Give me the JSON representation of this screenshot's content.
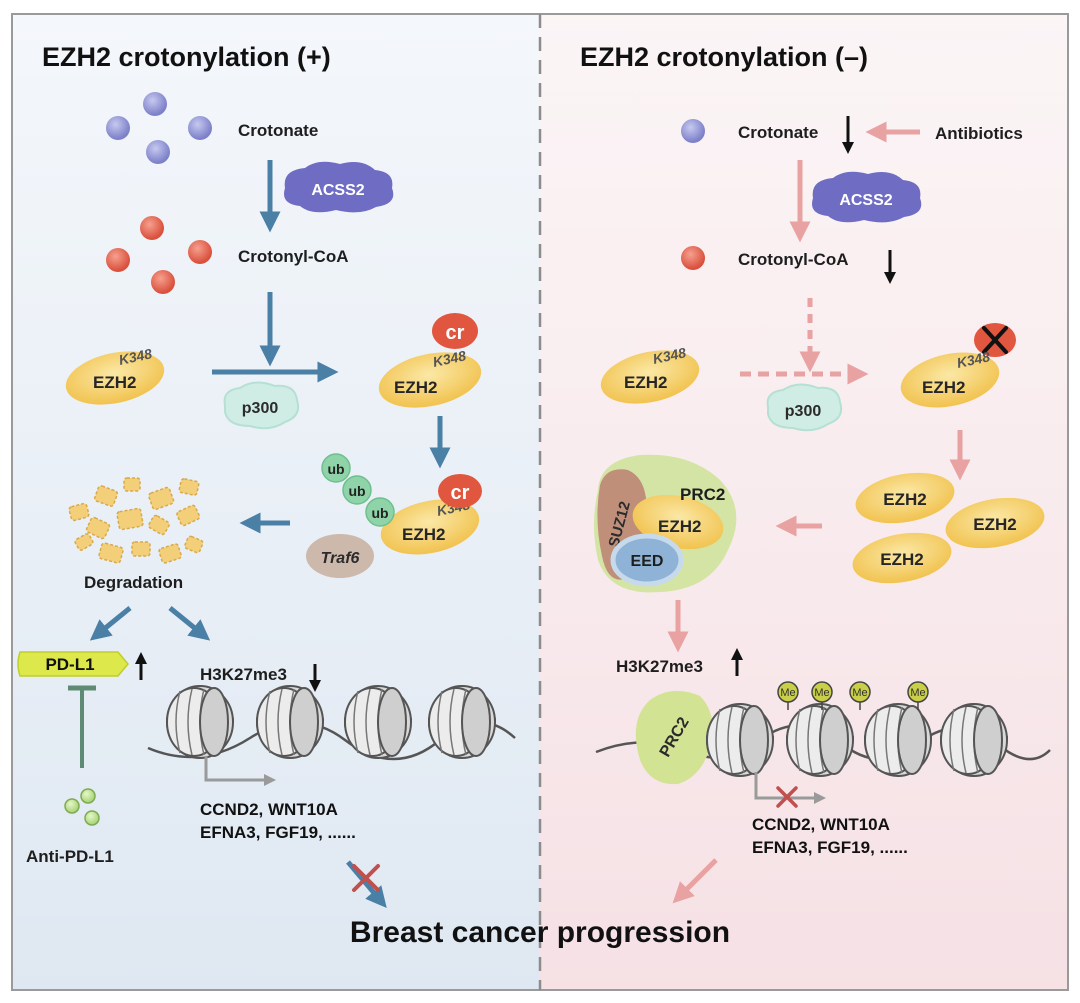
{
  "left_panel": {
    "title": "EZH2 crotonylation (+)",
    "crotonate": "Crotonate",
    "acss2": "ACSS2",
    "crotonyl_coa": "Crotonyl-CoA",
    "ezh2": "EZH2",
    "k348": "K348",
    "p300": "p300",
    "cr": "cr",
    "ub": "ub",
    "traf6": "Traf6",
    "degradation": "Degradation",
    "pdl1": "PD-L1",
    "h3k27me3": "H3K27me3",
    "genes_line1": "CCND2, WNT10A",
    "genes_line2": "EFNA3, FGF19,  ......",
    "anti_pdl1": "Anti-PD-L1"
  },
  "right_panel": {
    "title": "EZH2 crotonylation (–)",
    "crotonate": "Crotonate",
    "antibiotics": "Antibiotics",
    "acss2": "ACSS2",
    "crotonyl_coa": "Crotonyl-CoA",
    "ezh2": "EZH2",
    "k348": "K348",
    "p300": "p300",
    "prc2": "PRC2",
    "suz12": "SUZ12",
    "eed": "EED",
    "h3k27me3": "H3K27me3",
    "me": "Me",
    "genes_line1": "CCND2, WNT10A",
    "genes_line2": "EFNA3, FGF19,   ......"
  },
  "footer": {
    "outcome": "Breast cancer progression"
  },
  "colors": {
    "left_bg": "#e7eef6",
    "right_bg": "#f8e9ec",
    "blue_arrow": "#4a7fa6",
    "pink_arrow": "#e8a2a2",
    "crotonate_dot": "#8a8ed0",
    "coa_dot": "#e0604d",
    "ezh2_fill": "#f4cf62",
    "acss2_fill": "#6f6cc4",
    "p300_fill": "#cfede4",
    "cr_fill": "#e0563e",
    "pdl1_fill": "#dde84a",
    "ub_fill": "#8fd3a8",
    "traf6_fill": "#cdb8ac"
  },
  "icons": [
    "up-arrow-icon",
    "down-arrow-icon",
    "x-mark-icon",
    "nucleosome-icon",
    "inhibition-bar-icon"
  ]
}
